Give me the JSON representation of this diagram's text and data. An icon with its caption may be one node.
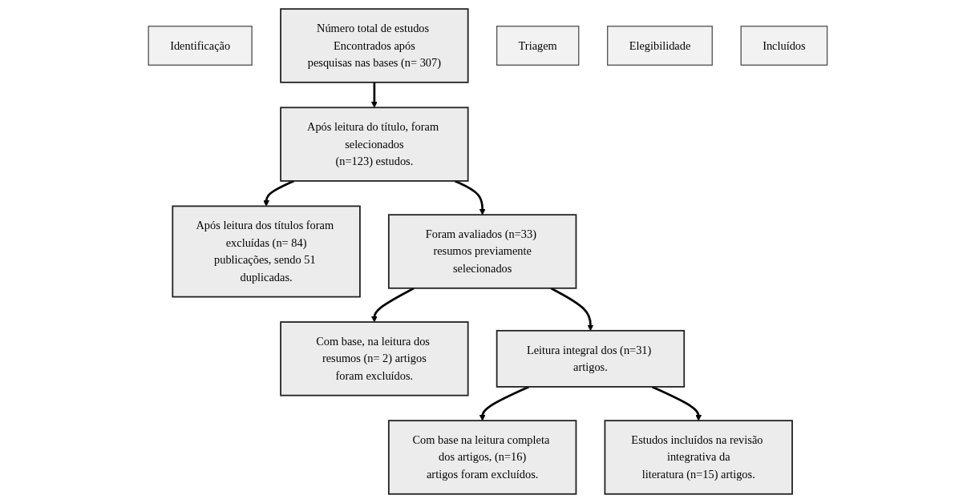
{
  "diagram": {
    "nodes": [
      {
        "text": [
          "Identificação"
        ]
      },
      {
        "text": [
          "Número total de estudos Encontrados após pesquisas nas bases (n= 307)"
        ]
      },
      {
        "text": [
          "Triagem"
        ]
      },
      {
        "text": [
          "Após leitura do título, foram selecionados (n=123) estudos."
        ]
      },
      {
        "text": [
          "Após leitura dos títulos foram excluídas (n= 84) publicações, sendo 51 duplicadas."
        ]
      },
      {
        "text": [
          "Foram avaliados (n=33) resumos previamente selecionados"
        ]
      },
      {
        "text": [
          "Com base, na leitura dos resumos (n= 2) artigos foram excluídos."
        ]
      },
      {
        "text": [
          "Elegibilidade"
        ]
      },
      {
        "text": [
          "Leitura integral dos (n=31) artigos."
        ]
      },
      {
        "text": [
          "Com base na leitura completa dos artigos, (n=16) artigos foram excluídos."
        ]
      },
      {
        "text": [
          "Incluídos"
        ]
      },
      {
        "text": [
          "Estudos incluídos na revisão integrativa da literatura (n=15) artigos."
        ]
      }
    ],
    "edges": [
      {
        "from": 1,
        "to": 3,
        "arrow": "to"
      },
      {
        "from": 3,
        "to": 4,
        "arrow": "to"
      },
      {
        "from": 3,
        "to": 5,
        "arrow": "to"
      },
      {
        "from": 5,
        "to": 6,
        "arrow": "to"
      },
      {
        "from": 5,
        "to": 8,
        "arrow": "to"
      },
      {
        "from": 8,
        "to": 9,
        "arrow": "to"
      },
      {
        "from": 8,
        "to": 11,
        "arrow": "to"
      }
    ]
  }
}
